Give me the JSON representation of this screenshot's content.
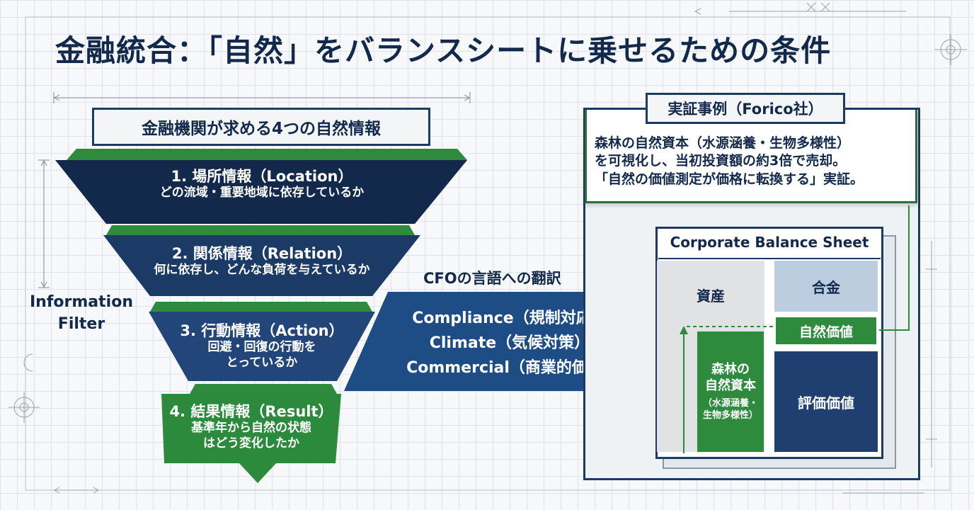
{
  "title": "金融統合：「自然」をバランスシートに乗せるための条件",
  "funnel": {
    "header": "金融機関が求める4つの自然情報",
    "filter_label_line1": "Information",
    "filter_label_line2": "Filter",
    "levels": [
      {
        "heading": "1. 場所情報（Location）",
        "sub1": "どの流域・重要地域に依存しているか",
        "sub2": ""
      },
      {
        "heading": "2. 関係情報（Relation）",
        "sub1": "何に依存し、どんな負荷を与えているか",
        "sub2": ""
      },
      {
        "heading": "3. 行動情報（Action）",
        "sub1": "回避・回復の行動を",
        "sub2": "とっているか"
      },
      {
        "heading": "4. 結果情報（Result）",
        "sub1": "基準年から自然の状態",
        "sub2": "はどう変化したか"
      }
    ]
  },
  "arrow": {
    "title": "CFOの言語への翻訳",
    "line1": "Compliance（規制対応）/",
    "line2": "Climate（気候対策）/",
    "line3": "Commercial（商業的価値）"
  },
  "case_study": {
    "label": "実証事例（Forico社）",
    "line1": "森林の自然資本（水源涵養・生物多様性）",
    "line2": "を可視化し、当初投資額の約3倍で売却。",
    "line3": "「自然の価値測定が価格に転換する」実証。"
  },
  "balance_sheet": {
    "title": "Corporate Balance Sheet",
    "assets": "資産",
    "gokin": "合金",
    "natural_value": "自然価値",
    "appraised_value": "評価価値",
    "forest_line1": "森林の",
    "forest_line2": "自然資本",
    "forest_sub1": "（水源涵養・",
    "forest_sub2": "生物多様性）"
  },
  "colors": {
    "navy": "#13294b",
    "mid_blue": "#1e3f70",
    "green": "#2e8b3e",
    "light_blue": "#bccde0",
    "gray": "#e0e2e4"
  }
}
